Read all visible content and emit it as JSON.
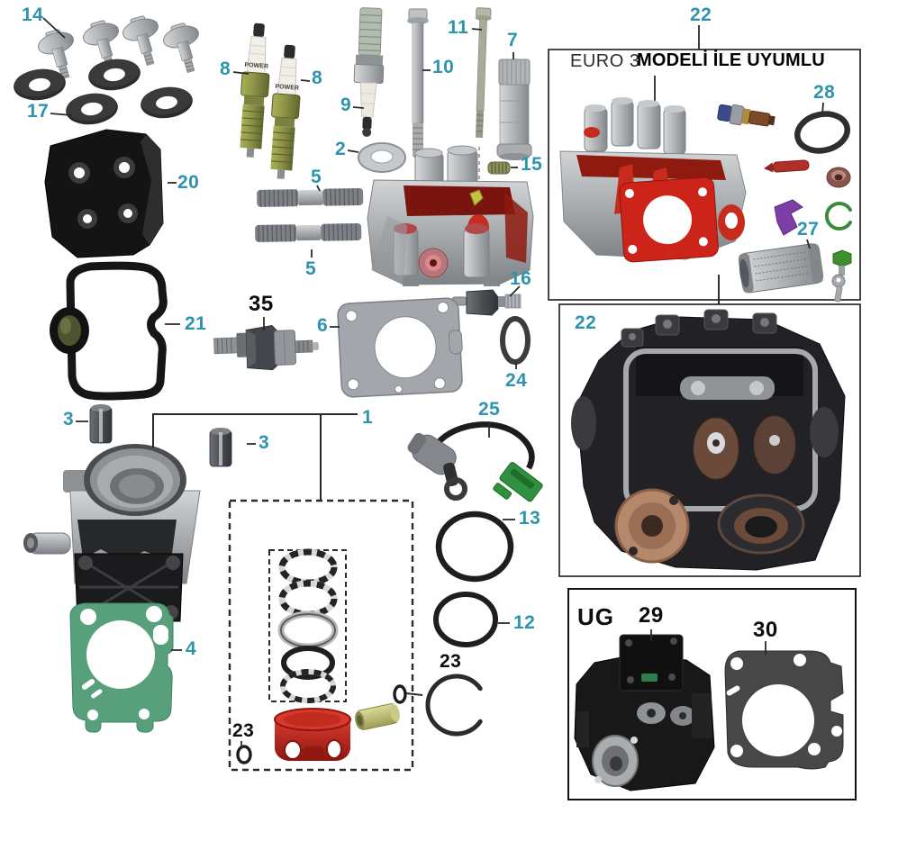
{
  "colors": {
    "callout_teal": "#2E93AC",
    "callout_black": "#0D0D0D",
    "piston_red": "#C83227",
    "base_gasket_green": "#58A07C",
    "connector_green": "#2F9040",
    "euro_red_accent": "#C62B1C"
  },
  "callouts": {
    "flange_bolts": "14",
    "seal_washers": "17",
    "mount_plate": "20",
    "cover_gasket": "21",
    "spark_plug_a": "8",
    "spark_plug_b": "8",
    "spark_plug_c": "9",
    "plug_washer": "2",
    "bolt_long": "10",
    "bolt_thin": "11",
    "guide_tube": "7",
    "stud_a": "5",
    "stud_b": "5",
    "spring": "15",
    "temp_sensor": "16",
    "head_gasket": "6",
    "oring_oval": "24",
    "pressure_switch": "35",
    "dowel_a": "3",
    "dowel_b": "3",
    "piston_kit": "1",
    "plug_cap": "25",
    "oring_large": "13",
    "oring_medium": "12",
    "circlip_small": "23",
    "circlip_large": "23",
    "base_gasket": "4"
  },
  "euro_box": {
    "callout": "22",
    "title_regular": "EURO 3",
    "title_bold": "MODELİ İLE UYUMLU",
    "oring": "28",
    "tappet": "27"
  },
  "photo_box": {
    "callout": "22"
  },
  "ug_box": {
    "code": "UG",
    "head": "29",
    "gasket": "30"
  },
  "spark_plug_brand": "POWER"
}
